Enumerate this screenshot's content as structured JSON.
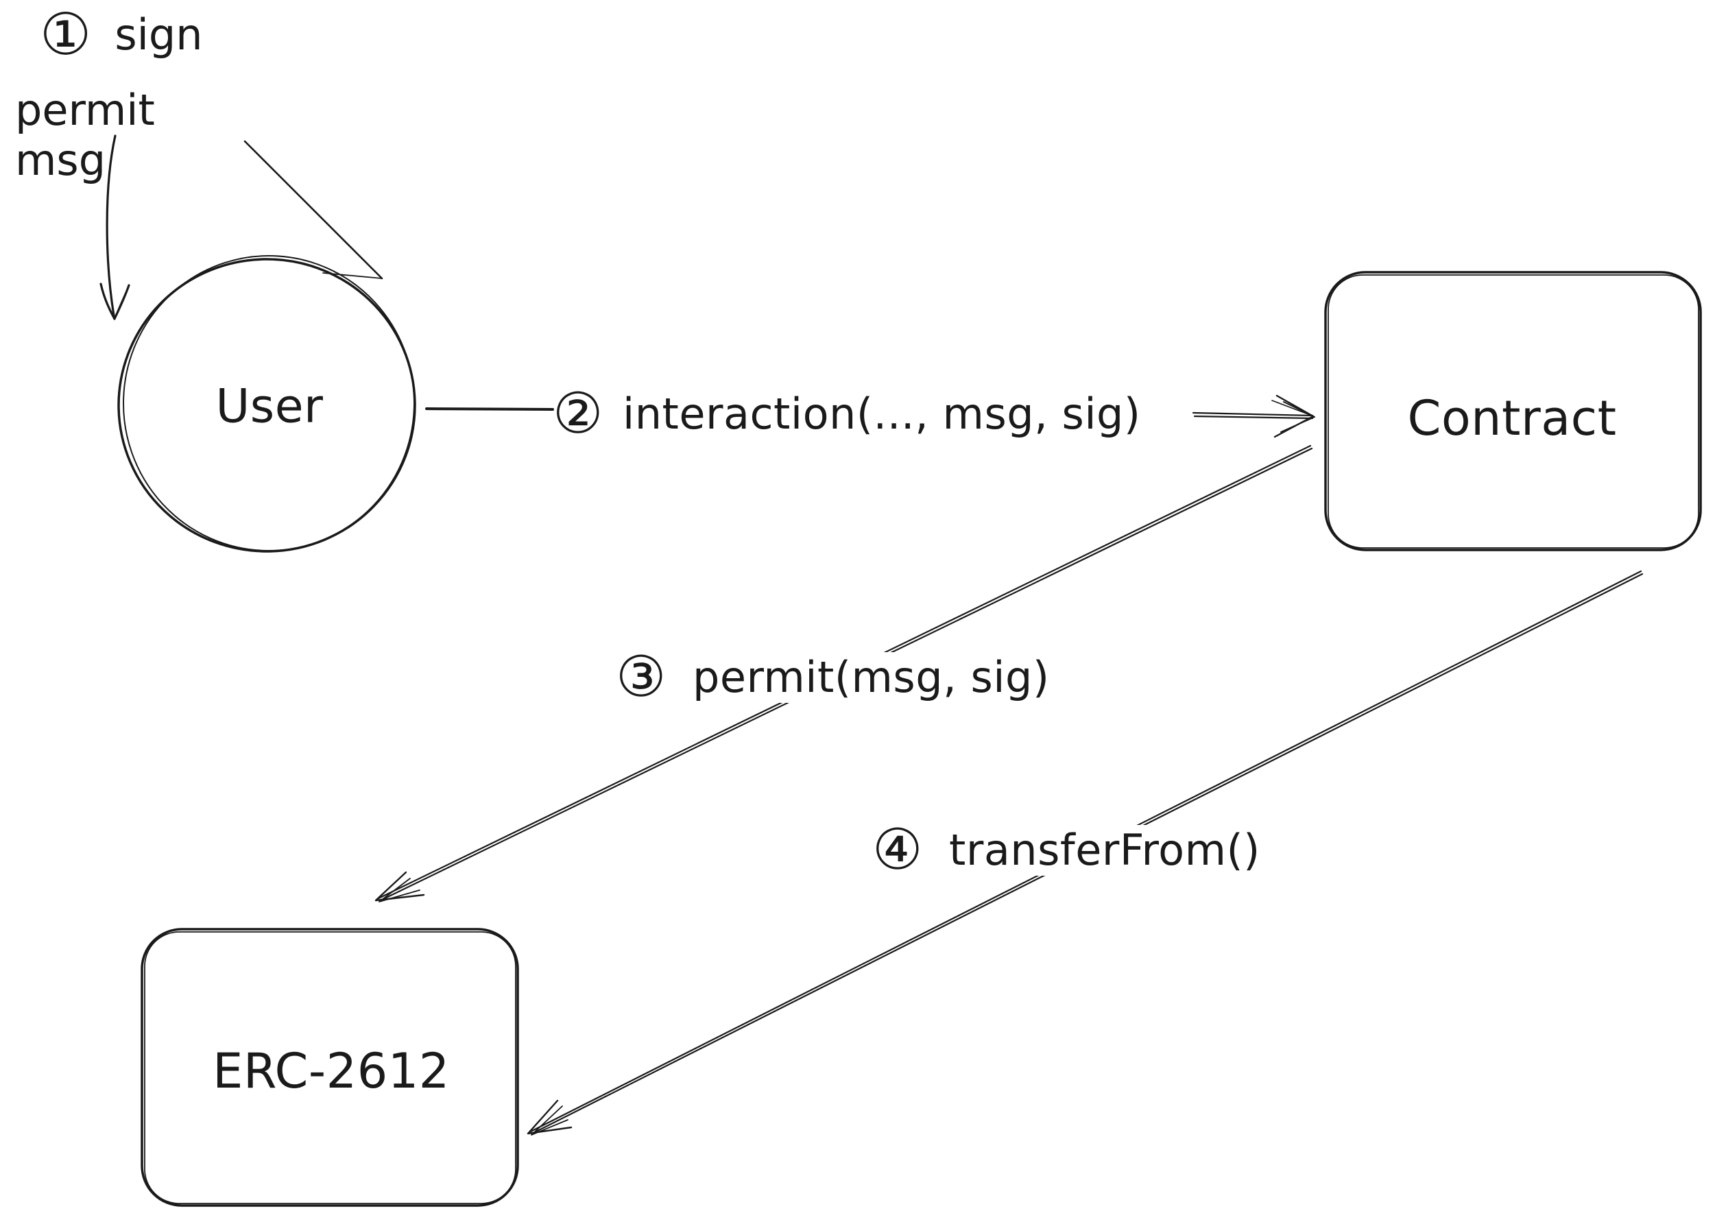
{
  "diagram": {
    "background_color": "#ffffff",
    "ink_color": "#1a1a1a",
    "nodes": {
      "user": {
        "label": "User",
        "shape": "ellipse"
      },
      "contract": {
        "label": "Contract",
        "shape": "rounded-rectangle"
      },
      "erc2612": {
        "label": "ERC-2612",
        "shape": "rounded-rectangle"
      }
    },
    "steps": {
      "s1": {
        "num": "①",
        "line1": "sign",
        "line2": "permit msg"
      },
      "s2": {
        "num": "②",
        "label": "interaction(..., msg, sig)"
      },
      "s3": {
        "num": "③",
        "label": "permit(msg, sig)"
      },
      "s4": {
        "num": "④",
        "label": "transferFrom()"
      }
    },
    "edges": [
      {
        "from": "sign-permit-msg-note",
        "to": "user",
        "step": "①"
      },
      {
        "from": "user",
        "to": "contract",
        "step": "②"
      },
      {
        "from": "contract",
        "to": "erc2612",
        "step": "③"
      },
      {
        "from": "contract",
        "to": "erc2612",
        "step": "④"
      }
    ]
  }
}
